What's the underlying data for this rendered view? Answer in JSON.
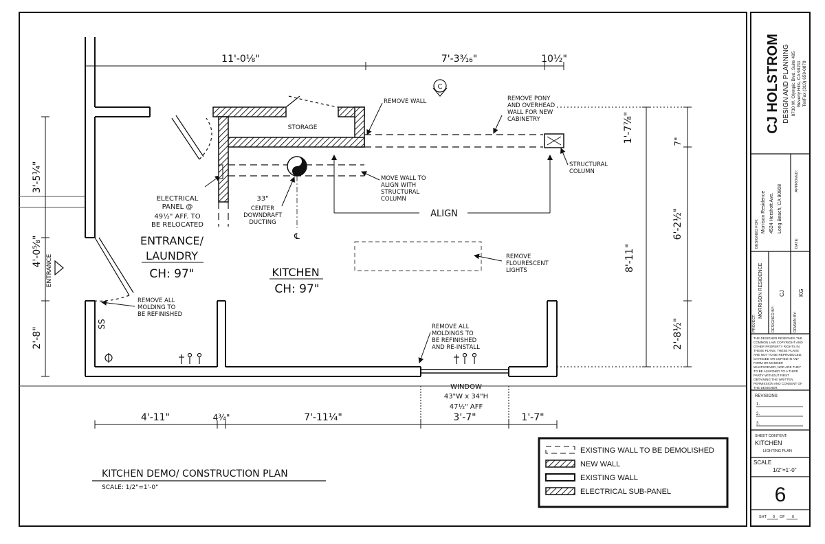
{
  "plan": {
    "title": "KITCHEN DEMO/ CONSTRUCTION PLAN",
    "scale": "SCALE: 1/2\"=1'-0\""
  },
  "rooms": {
    "entrance_line1": "ENTRANCE/",
    "entrance_line2": "LAUNDRY",
    "entrance_ch": "CH: 97\"",
    "kitchen_name": "KITCHEN",
    "kitchen_ch": "CH: 97\"",
    "storage": "STORAGE",
    "entrance_side": "ENTRANCE"
  },
  "dimensions": {
    "top_left": "11'-0⅛\"",
    "top_mid": "7'-3³⁄₁₆\"",
    "top_right": "10½\"",
    "bottom_1": "4'-11\"",
    "bottom_2": "4¾\"",
    "bottom_3": "7'-11¼\"",
    "bottom_4": "3'-7\"",
    "bottom_5": "1'-7\"",
    "left_1": "3'-5¼\"",
    "left_2": "4'-0⅝\"",
    "left_3": "2'-8\"",
    "right_1": "1'-7⅞\"",
    "right_2": "7\"",
    "right_3": "6'-2½\"",
    "right_4": "8'-11\"",
    "right_5": "2'-8½\""
  },
  "notes": {
    "remove_wall": "REMOVE WALL",
    "remove_pony": [
      "REMOVE PONY",
      "AND OVERHEAD",
      "WALL FOR NEW",
      "CABINETRY"
    ],
    "structural_column": [
      "STRUCTURAL",
      "COLUMN"
    ],
    "move_wall": [
      "MOVE WALL TO",
      "ALIGN WITH",
      "STRUCTURAL",
      "COLUMN"
    ],
    "align": "ALIGN",
    "electrical_panel": [
      "ELECTRICAL",
      "PANEL @",
      "49½\" AFF. TO",
      "BE RELOCATED"
    ],
    "downdraft": [
      "33\"",
      "CENTER",
      "DOWNDRAFT",
      "DUCTING"
    ],
    "remove_lights": [
      "REMOVE",
      "FLOURESCENT",
      "LIGHTS"
    ],
    "remove_molding": [
      "REMOVE ALL",
      "MOLDING TO",
      "BE REFINISHED"
    ],
    "remove_moldings": [
      "REMOVE ALL",
      "MOLDINGS TO",
      "BE REFINISHED",
      "AND RE-INSTALL"
    ],
    "window": [
      "WINDOW",
      "43\"W x 34\"H",
      "47½\" AFF"
    ],
    "section_mark": "C",
    "centerline": "℄",
    "outlet_ss": "SS"
  },
  "legend": {
    "items": [
      "EXISTING WALL TO BE DEMOLISHED",
      "NEW WALL",
      "EXISTING WALL",
      "ELECTRICAL SUB-PANEL"
    ]
  },
  "title_block": {
    "firm": "CJ HOLSTROM",
    "firm_sub": "DESIGN AND PLANNING",
    "address1": "8730 W. Olympic Blvd. Suite 495",
    "address2": "Beverly Hills, CA 90211",
    "phone": "Tel/Fax (310) 659-0878",
    "designed_for_label": "DESIGNED FOR:",
    "client": "Morrison Residence",
    "client_addr1": "4524 Hershott Ave.",
    "client_addr2": "Long Beach, CA 90808",
    "approved_label": "APPROVED:",
    "date_label": "DATE:",
    "project_label": "PROJECT:",
    "project": "MORRISON RESIDENCE",
    "designed_by_label": "DESIGNED BY:",
    "designed_by": "CJ",
    "drawn_by_label": "DRAWN BY:",
    "drawn_by": "KG",
    "disclaimer": [
      "THE DESIGNER RESERVES THE",
      "COMMON LAW COPYRIGHT AND",
      "OTHER PROPERTY RIGHTS IN",
      "THESE PLANS. THESE PLANS",
      "ARE NOT TO BE REPRODUCED,",
      "CHANGED OR COPIED IN ANY",
      "FORM OR MANNER",
      "WHATSOEVER, NOR ARE THEY",
      "TO BE ASSIGNED TO A THIRD",
      "PARTY WITHOUT FIRST",
      "OBTAINING THE WRITTEN",
      "PERMISSION AND CONSENT OF",
      "THE DESIGNER."
    ],
    "revisions_label": "REVISIONS:",
    "rev1": "1.",
    "rev2": "2.",
    "rev3": "3.",
    "sheet_content_label": "SHEET CONTENT:",
    "sheet_content": "KITCHEN",
    "sheet_sub": "LIGHTING PLAN",
    "scale_label": "SCALE",
    "scale_value": "1/2\"=1'-0\"",
    "sheet_number": "6",
    "sht_label": "SHT",
    "sht_of": "OF",
    "sht_num": "0",
    "sht_total": "0"
  }
}
